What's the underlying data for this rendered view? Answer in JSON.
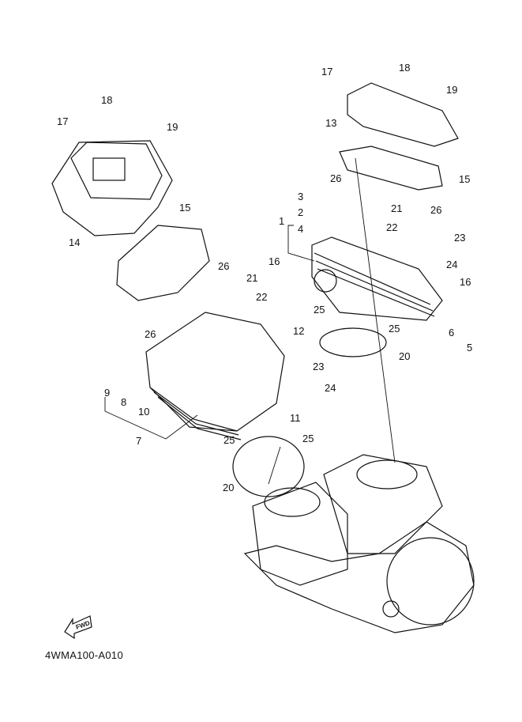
{
  "diagram": {
    "title_code": "4WMA100-A010",
    "orientation_mark": "FWD",
    "callouts": [
      {
        "id": "c1",
        "text": "1"
      },
      {
        "id": "c2",
        "text": "2"
      },
      {
        "id": "c3",
        "text": "3"
      },
      {
        "id": "c4",
        "text": "4"
      },
      {
        "id": "c5",
        "text": "5"
      },
      {
        "id": "c6",
        "text": "6"
      },
      {
        "id": "c7",
        "text": "7"
      },
      {
        "id": "c8",
        "text": "8"
      },
      {
        "id": "c9",
        "text": "9"
      },
      {
        "id": "c10",
        "text": "10"
      },
      {
        "id": "c11",
        "text": "11"
      },
      {
        "id": "c12",
        "text": "12"
      },
      {
        "id": "c13",
        "text": "13"
      },
      {
        "id": "c14",
        "text": "14"
      },
      {
        "id": "c15a",
        "text": "15"
      },
      {
        "id": "c15b",
        "text": "15"
      },
      {
        "id": "c16a",
        "text": "16"
      },
      {
        "id": "c16b",
        "text": "16"
      },
      {
        "id": "c17a",
        "text": "17"
      },
      {
        "id": "c17b",
        "text": "17"
      },
      {
        "id": "c18a",
        "text": "18"
      },
      {
        "id": "c18b",
        "text": "18"
      },
      {
        "id": "c19a",
        "text": "19"
      },
      {
        "id": "c19b",
        "text": "19"
      },
      {
        "id": "c20a",
        "text": "20"
      },
      {
        "id": "c20b",
        "text": "20"
      },
      {
        "id": "c21a",
        "text": "21"
      },
      {
        "id": "c21b",
        "text": "21"
      },
      {
        "id": "c22a",
        "text": "22"
      },
      {
        "id": "c22b",
        "text": "22"
      },
      {
        "id": "c23a",
        "text": "23"
      },
      {
        "id": "c23b",
        "text": "23"
      },
      {
        "id": "c24a",
        "text": "24"
      },
      {
        "id": "c24b",
        "text": "24"
      },
      {
        "id": "c25a",
        "text": "25"
      },
      {
        "id": "c25b",
        "text": "25"
      },
      {
        "id": "c25c",
        "text": "25"
      },
      {
        "id": "c25d",
        "text": "25"
      },
      {
        "id": "c26a",
        "text": "26"
      },
      {
        "id": "c26b",
        "text": "26"
      },
      {
        "id": "c26c",
        "text": "26"
      },
      {
        "id": "c26d",
        "text": "26"
      }
    ]
  }
}
